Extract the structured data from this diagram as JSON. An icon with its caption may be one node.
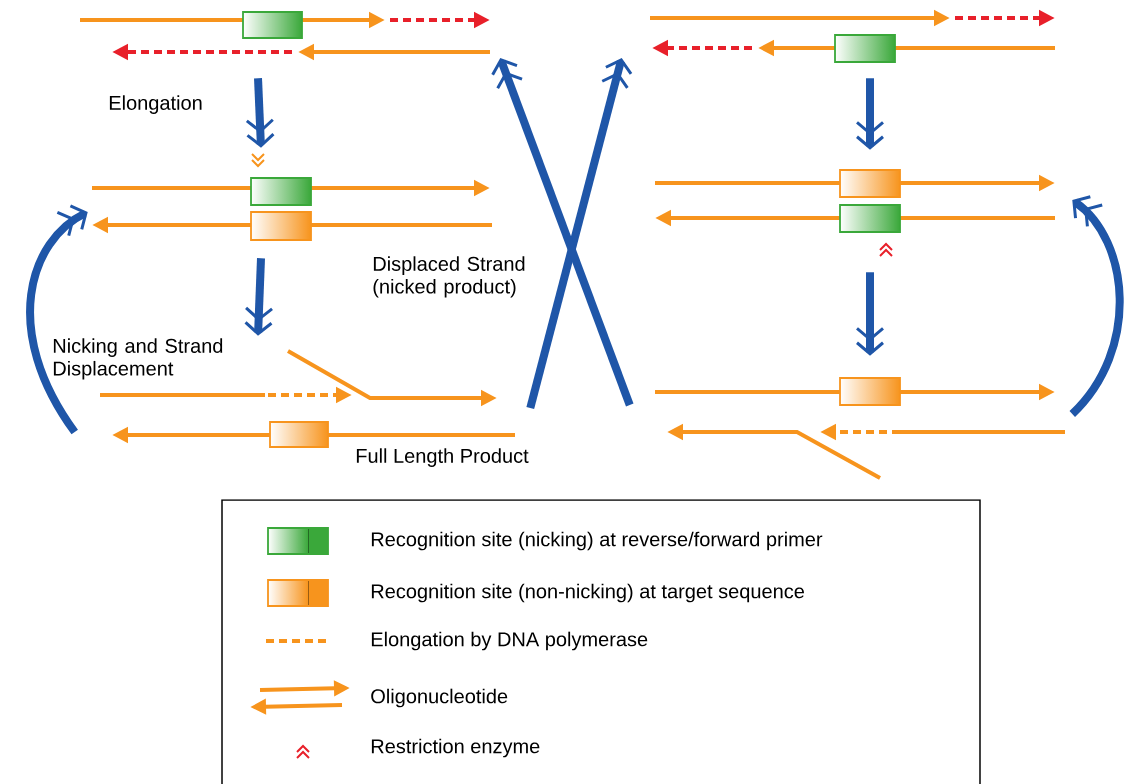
{
  "diagram": {
    "nodes": [
      {
        "text": [],
        "shape": "picture"
      },
      {
        "text": [],
        "shape": "picture"
      },
      {
        "text": [],
        "shape": "picture"
      },
      {
        "text": [],
        "shape": "picture"
      },
      {
        "text": [],
        "shape": "picture",
        "beside": [
          "Full Length Product"
        ]
      },
      {
        "text": [],
        "shape": "picture"
      }
    ],
    "edges": [
      {
        "from": 0,
        "to": 2,
        "arrow": "to"
      },
      {
        "from": 2,
        "to": 4,
        "arrow": "to"
      },
      {
        "from": 4,
        "to": 2,
        "arrow": "to"
      },
      {
        "from": 4,
        "to": 1,
        "arrow": "to"
      },
      {
        "from": 5,
        "to": 0,
        "arrow": "to"
      },
      {
        "from": 1,
        "to": 3,
        "arrow": "to"
      },
      {
        "from": 3,
        "to": 5,
        "arrow": "to"
      },
      {
        "from": 5,
        "to": 3,
        "arrow": "to"
      }
    ],
    "labels": [
      "Elongation",
      "Displaced Strand (nicked product)",
      "Nicking and Strand Displacement"
    ],
    "legend": [
      {
        "text": "Recognition site (nicking) at reverse/forward primer",
        "color": "#3aa83a"
      },
      {
        "text": "Recognition site (non-nicking) at target sequence",
        "color": "#f7941d"
      },
      {
        "text": "Elongation by DNA polymerase"
      },
      {
        "text": "Oligonucleotide"
      },
      {
        "text": "Restriction enzyme"
      }
    ]
  }
}
